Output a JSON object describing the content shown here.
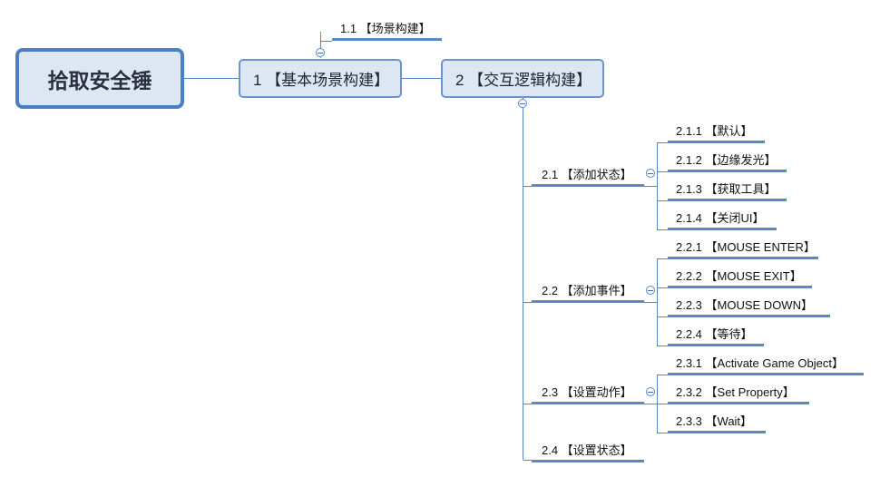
{
  "root": {
    "label": "拾取安全锤"
  },
  "level1": [
    {
      "label": "1 【基本场景构建】"
    },
    {
      "label": "2 【交互逻辑构建】"
    }
  ],
  "node_1_1": {
    "label": "1.1 【场景构建】"
  },
  "groups": [
    {
      "label": "2.1 【添加状态】",
      "children": [
        {
          "label": "2.1.1 【默认】"
        },
        {
          "label": "2.1.2 【边缘发光】"
        },
        {
          "label": "2.1.3 【获取工具】"
        },
        {
          "label": "2.1.4 【关闭UI】"
        }
      ]
    },
    {
      "label": "2.2 【添加事件】",
      "children": [
        {
          "label": "2.2.1 【MOUSE ENTER】"
        },
        {
          "label": "2.2.2 【MOUSE EXIT】"
        },
        {
          "label": "2.2.3 【MOUSE DOWN】"
        },
        {
          "label": "2.2.4 【等待】"
        }
      ]
    },
    {
      "label": "2.3 【设置动作】",
      "children": [
        {
          "label": "2.3.1 【Activate Game Object】"
        },
        {
          "label": "2.3.2 【Set Property】"
        },
        {
          "label": "2.3.3 【Wait】"
        }
      ]
    },
    {
      "label": "2.4 【设置状态】",
      "children": []
    }
  ],
  "colors": {
    "accent": "#4a7fc4",
    "node_fill": "#dde6f3",
    "line": "#5b87c6"
  },
  "icons": {
    "collapse": "collapse-minus-icon"
  }
}
